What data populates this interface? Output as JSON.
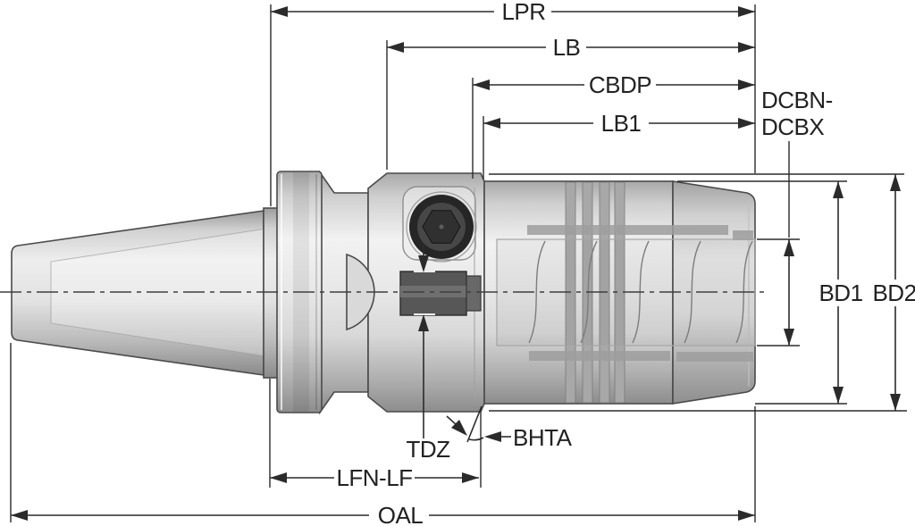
{
  "drawing": {
    "type": "technical-dimension-diagram",
    "subject": "tool holder side view with dimension callouts",
    "dimension_labels": {
      "lpr": "LPR",
      "lb": "LB",
      "cbdp": "CBDP",
      "lb1": "LB1",
      "dcbn_dcbx_line1": "DCBN-",
      "dcbn_dcbx_line2": "DCBX",
      "bd1": "BD1",
      "bd2": "BD2",
      "tdz": "TDZ",
      "bhta": "BHTA",
      "lfn_lf": "LFN-LF",
      "oal": "OAL"
    },
    "colors": {
      "background": "#ffffff",
      "dimension_line": "#2b2b2b",
      "label_text": "#222222",
      "metal_light": "#f2f2f2",
      "metal_dark": "#8d8d8d",
      "screw": "#262626"
    }
  }
}
